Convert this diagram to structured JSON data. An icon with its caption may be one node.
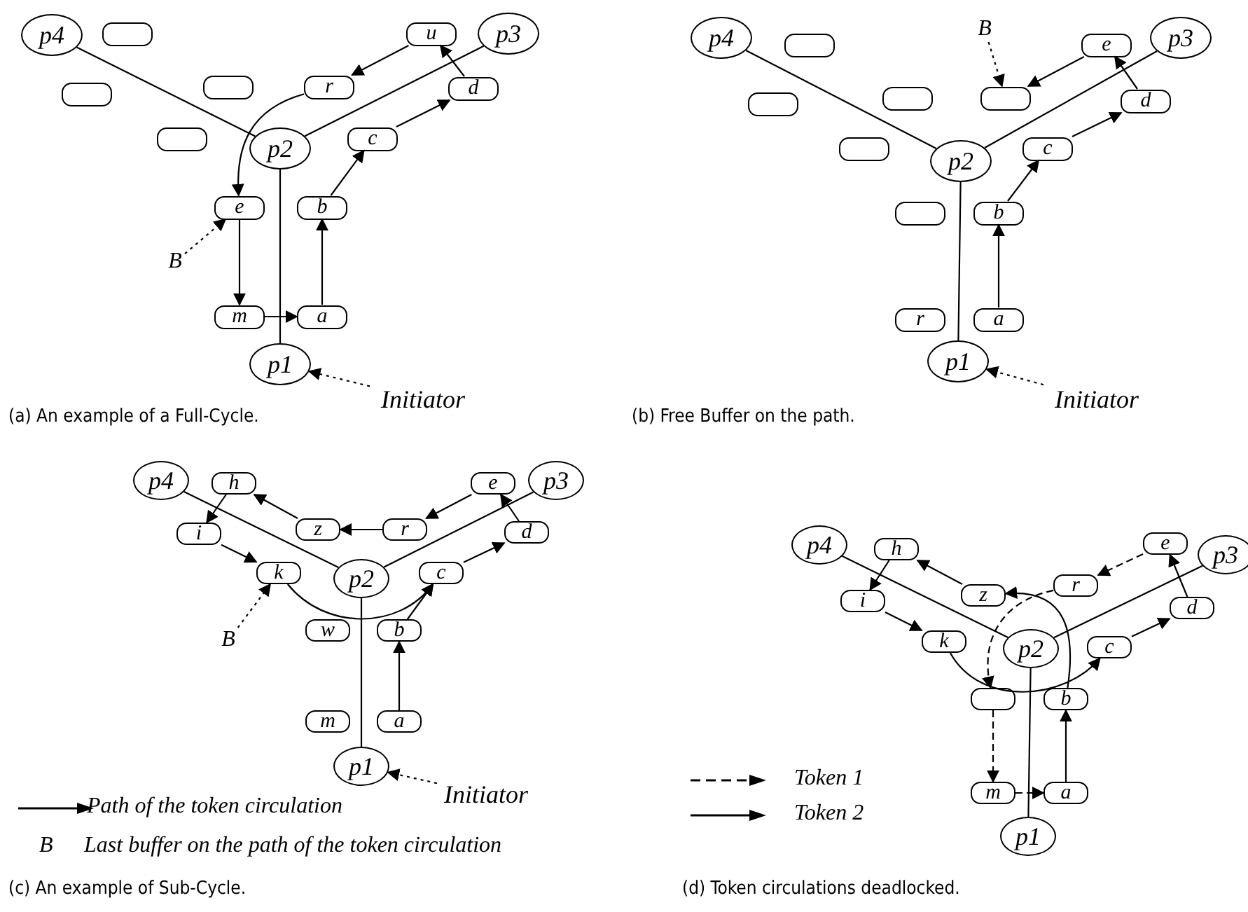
{
  "diagram": {
    "nodes": [
      {
        "text": [
          "p4"
        ]
      },
      {
        "text": [],
        "shape": "box"
      },
      {
        "text": [
          "u"
        ]
      },
      {
        "text": [
          "p3"
        ]
      },
      {
        "text": [],
        "shape": "box"
      },
      {
        "text": [],
        "shape": "box"
      },
      {
        "text": [
          "r"
        ]
      },
      {
        "text": [
          "d"
        ]
      },
      {
        "text": [],
        "shape": "box"
      },
      {
        "text": [
          "p2"
        ]
      },
      {
        "text": [
          "c"
        ]
      },
      {
        "text": [
          "e"
        ]
      },
      {
        "text": [
          "b"
        ]
      },
      {
        "text": [
          "B"
        ]
      },
      {
        "text": [
          "m"
        ]
      },
      {
        "text": [
          "a"
        ]
      },
      {
        "text": [
          "p1"
        ]
      },
      {
        "text": [
          "Initiator"
        ]
      },
      {
        "text": [
          "p4"
        ]
      },
      {
        "text": [],
        "shape": "box"
      },
      {
        "text": [
          "B"
        ]
      },
      {
        "text": [
          "e"
        ]
      },
      {
        "text": [
          "p3"
        ]
      },
      {
        "text": [],
        "shape": "box"
      },
      {
        "text": [],
        "shape": "box"
      },
      {
        "text": [],
        "shape": "box"
      },
      {
        "text": [
          "d"
        ]
      },
      {
        "text": [],
        "shape": "box"
      },
      {
        "text": [
          "p2"
        ]
      },
      {
        "text": [
          "c"
        ]
      },
      {
        "text": [],
        "shape": "box"
      },
      {
        "text": [
          "b"
        ]
      },
      {
        "text": [
          "r"
        ]
      },
      {
        "text": [
          "a"
        ]
      },
      {
        "text": [
          "p1"
        ]
      },
      {
        "text": [
          "Initiator"
        ]
      },
      {
        "text": [
          "p4"
        ]
      },
      {
        "text": [
          "h"
        ]
      },
      {
        "text": [
          "e"
        ]
      },
      {
        "text": [
          "p3"
        ]
      },
      {
        "text": [
          "i"
        ]
      },
      {
        "text": [
          "z"
        ]
      },
      {
        "text": [
          "r"
        ]
      },
      {
        "text": [
          "d"
        ]
      },
      {
        "text": [
          "k"
        ]
      },
      {
        "text": [
          "p2"
        ]
      },
      {
        "text": [
          "c"
        ]
      },
      {
        "text": [
          "B"
        ]
      },
      {
        "text": [
          "w"
        ]
      },
      {
        "text": [
          "b"
        ]
      },
      {
        "text": [
          "m"
        ]
      },
      {
        "text": [
          "a"
        ]
      },
      {
        "text": [
          "p1"
        ]
      },
      {
        "text": [
          "Initiator"
        ]
      },
      {
        "text": [
          "p4"
        ]
      },
      {
        "text": [
          "h"
        ]
      },
      {
        "text": [
          "e"
        ]
      },
      {
        "text": [
          "p3"
        ]
      },
      {
        "text": [
          "i"
        ]
      },
      {
        "text": [
          "z"
        ]
      },
      {
        "text": [
          "r"
        ]
      },
      {
        "text": [
          "d"
        ]
      },
      {
        "text": [
          "k"
        ]
      },
      {
        "text": [
          "p2"
        ]
      },
      {
        "text": [
          "c"
        ]
      },
      {
        "text": [],
        "shape": "box"
      },
      {
        "text": [
          "b"
        ]
      },
      {
        "text": [
          "m"
        ]
      },
      {
        "text": [
          "a"
        ]
      },
      {
        "text": [
          "p1"
        ]
      }
    ],
    "edges": [
      {
        "from": 0,
        "to": 9,
        "arrow": "none"
      },
      {
        "from": 9,
        "to": 3,
        "arrow": "none"
      },
      {
        "from": 9,
        "to": 16,
        "arrow": "none"
      },
      {
        "from": 15,
        "to": 12,
        "arrow": "to"
      },
      {
        "from": 12,
        "to": 10,
        "arrow": "to"
      },
      {
        "from": 10,
        "to": 7,
        "arrow": "to"
      },
      {
        "from": 7,
        "to": 2,
        "arrow": "to"
      },
      {
        "from": 2,
        "to": 6,
        "arrow": "to"
      },
      {
        "from": 6,
        "to": 11,
        "arrow": "to"
      },
      {
        "from": 11,
        "to": 14,
        "arrow": "to"
      },
      {
        "from": 14,
        "to": 15,
        "arrow": "to"
      },
      {
        "from": 13,
        "to": 11,
        "arrow": "to",
        "style": "dashed"
      },
      {
        "from": 17,
        "to": 16,
        "arrow": "to",
        "style": "dashed"
      },
      {
        "from": 18,
        "to": 28,
        "arrow": "none"
      },
      {
        "from": 28,
        "to": 22,
        "arrow": "none"
      },
      {
        "from": 28,
        "to": 34,
        "arrow": "none"
      },
      {
        "from": 33,
        "to": 31,
        "arrow": "to"
      },
      {
        "from": 31,
        "to": 29,
        "arrow": "to"
      },
      {
        "from": 29,
        "to": 26,
        "arrow": "to"
      },
      {
        "from": 26,
        "to": 21,
        "arrow": "to"
      },
      {
        "from": 21,
        "to": 25,
        "arrow": "to"
      },
      {
        "from": 20,
        "to": 25,
        "arrow": "to",
        "style": "dashed"
      },
      {
        "from": 35,
        "to": 34,
        "arrow": "to",
        "style": "dashed"
      },
      {
        "from": 36,
        "to": 45,
        "arrow": "none"
      },
      {
        "from": 45,
        "to": 39,
        "arrow": "none"
      },
      {
        "from": 45,
        "to": 52,
        "arrow": "none"
      },
      {
        "from": 51,
        "to": 49,
        "arrow": "to"
      },
      {
        "from": 49,
        "to": 46,
        "arrow": "to"
      },
      {
        "from": 46,
        "to": 43,
        "arrow": "to"
      },
      {
        "from": 43,
        "to": 38,
        "arrow": "to"
      },
      {
        "from": 38,
        "to": 42,
        "arrow": "to"
      },
      {
        "from": 42,
        "to": 41,
        "arrow": "to"
      },
      {
        "from": 41,
        "to": 37,
        "arrow": "to"
      },
      {
        "from": 37,
        "to": 40,
        "arrow": "to"
      },
      {
        "from": 40,
        "to": 44,
        "arrow": "to"
      },
      {
        "from": 44,
        "to": 46,
        "arrow": "to"
      },
      {
        "from": 47,
        "to": 44,
        "arrow": "to",
        "style": "dashed"
      },
      {
        "from": 53,
        "to": 52,
        "arrow": "to",
        "style": "dashed"
      },
      {
        "from": 54,
        "to": 63,
        "arrow": "none"
      },
      {
        "from": 63,
        "to": 57,
        "arrow": "none"
      },
      {
        "from": 63,
        "to": 69,
        "arrow": "none"
      },
      {
        "from": 68,
        "to": 66,
        "arrow": "to"
      },
      {
        "from": 66,
        "to": 59,
        "arrow": "to"
      },
      {
        "from": 59,
        "to": 55,
        "arrow": "to"
      },
      {
        "from": 55,
        "to": 58,
        "arrow": "to"
      },
      {
        "from": 58,
        "to": 62,
        "arrow": "to"
      },
      {
        "from": 62,
        "to": 64,
        "arrow": "to"
      },
      {
        "from": 64,
        "to": 61,
        "arrow": "to"
      },
      {
        "from": 61,
        "to": 56,
        "arrow": "to"
      },
      {
        "from": 56,
        "to": 60,
        "arrow": "to",
        "style": "dashed"
      },
      {
        "from": 60,
        "to": 65,
        "arrow": "to",
        "style": "dashed"
      },
      {
        "from": 65,
        "to": 67,
        "arrow": "to",
        "style": "dashed"
      },
      {
        "from": 67,
        "to": 68,
        "arrow": "to",
        "style": "dashed"
      }
    ],
    "labels": [
      "(a) An example of a Full-Cycle.",
      "(b) Free Buffer on the path.",
      "B",
      "Last buffer on the path of the token circulation",
      "(c) An example of Sub-Cycle.",
      "(d) Token circulations deadlocked."
    ],
    "legend": [
      {
        "text": "Path of the token circulation"
      },
      {
        "text": "Token 1"
      },
      {
        "text": "Token 2"
      }
    ]
  }
}
